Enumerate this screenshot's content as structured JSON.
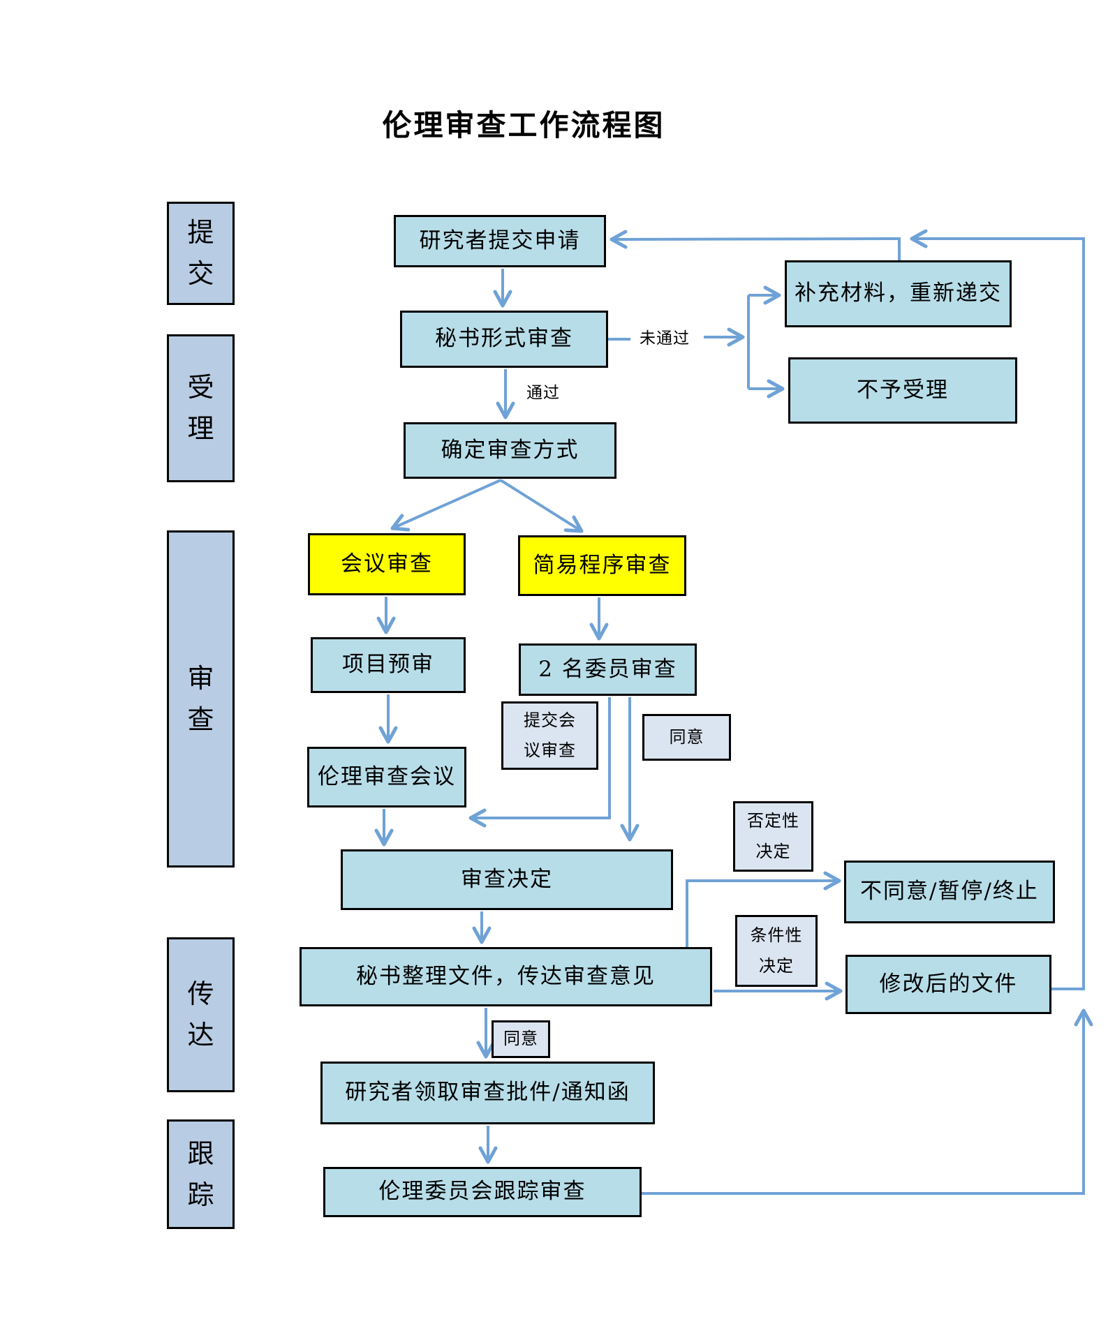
{
  "title": "伦理审查工作流程图",
  "colors": {
    "process_fill": "#b7dde8",
    "stage_fill": "#b8cce4",
    "tag_fill": "#dbe5f1",
    "highlight_fill": "#ffff00",
    "arrow": "#6fa2d6",
    "border": "#000000"
  },
  "nodes": [
    {
      "id": "stage-submit",
      "kind": "stage",
      "label": "提\n交"
    },
    {
      "id": "stage-accept",
      "kind": "stage",
      "label": "受\n理"
    },
    {
      "id": "stage-review",
      "kind": "stage",
      "label": "审\n查"
    },
    {
      "id": "stage-convey",
      "kind": "stage",
      "label": "传\n达"
    },
    {
      "id": "stage-track",
      "kind": "stage",
      "label": "跟\n踪"
    },
    {
      "id": "submit-application",
      "kind": "process",
      "label": "研究者提交申请"
    },
    {
      "id": "secretary-format-review",
      "kind": "process",
      "label": "秘书形式审查"
    },
    {
      "id": "determine-review-method",
      "kind": "process",
      "label": "确定审查方式"
    },
    {
      "id": "meeting-review",
      "kind": "highlight",
      "label": "会议审查"
    },
    {
      "id": "simplified-procedure-review",
      "kind": "highlight",
      "label": "简易程序审查"
    },
    {
      "id": "project-preview",
      "kind": "process",
      "label": "项目预审"
    },
    {
      "id": "two-members-review",
      "kind": "process",
      "label": "2 名委员审查"
    },
    {
      "id": "ethics-review-meeting",
      "kind": "process",
      "label": "伦理审查会议"
    },
    {
      "id": "review-decision",
      "kind": "process",
      "label": "审查决定"
    },
    {
      "id": "secretary-convey-opinion",
      "kind": "process",
      "label": "秘书整理文件，传达审查意见"
    },
    {
      "id": "receive-approval-notice",
      "kind": "process",
      "label": "研究者领取审查批件/通知函"
    },
    {
      "id": "committee-followup-review",
      "kind": "process",
      "label": "伦理委员会跟踪审查"
    },
    {
      "id": "supplement-resubmit",
      "kind": "process",
      "label": "补充材料，重新递交"
    },
    {
      "id": "not-accepted",
      "kind": "process",
      "label": "不予受理"
    },
    {
      "id": "disagree-suspend-terminate",
      "kind": "process",
      "label": "不同意/暂停/终止"
    },
    {
      "id": "revised-documents",
      "kind": "process",
      "label": "修改后的文件"
    },
    {
      "id": "tag-submit-meeting-review",
      "kind": "tag",
      "label": "提交会\n议审查"
    },
    {
      "id": "tag-agree-upper",
      "kind": "tag",
      "label": "同意"
    },
    {
      "id": "tag-negative-decision",
      "kind": "tag",
      "label": "否定性\n决定"
    },
    {
      "id": "tag-conditional-decision",
      "kind": "tag",
      "label": "条件性\n决定"
    },
    {
      "id": "tag-agree-lower",
      "kind": "tag",
      "label": "同意"
    },
    {
      "id": "label-not-passed",
      "kind": "edge-label",
      "label": "未通过"
    },
    {
      "id": "label-passed",
      "kind": "edge-label",
      "label": "通过"
    }
  ]
}
